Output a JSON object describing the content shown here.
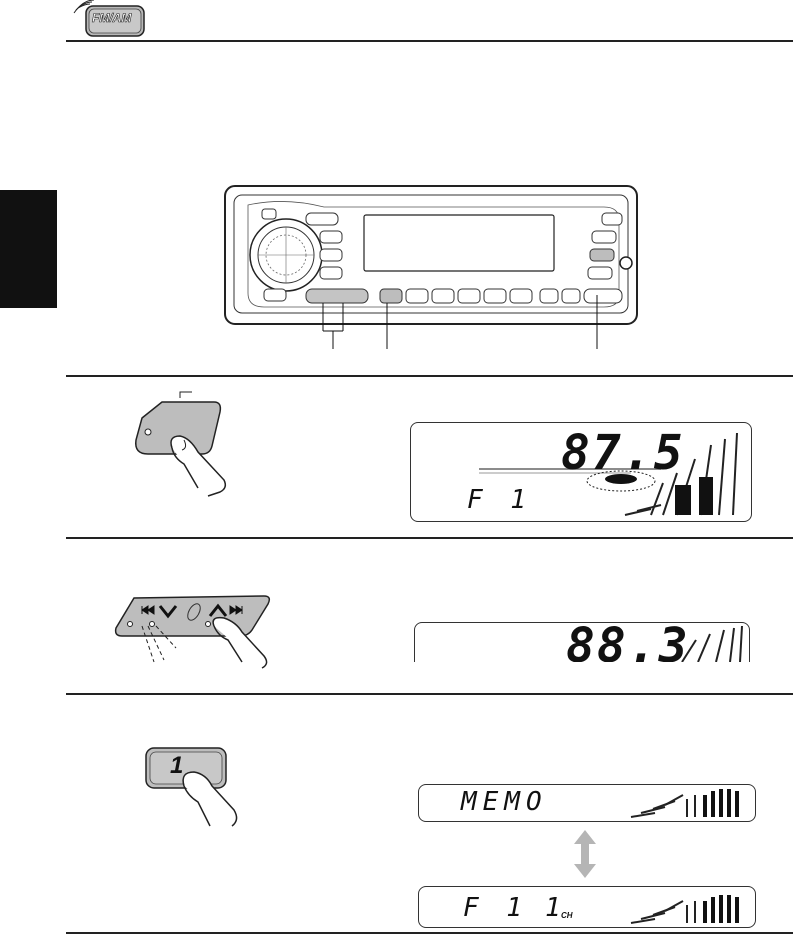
{
  "header": {
    "icon_label": "FM/AM"
  },
  "step1": {
    "display": {
      "frequency": "87.5",
      "band": "F 1"
    }
  },
  "step2": {
    "display": {
      "frequency": "88.3"
    }
  },
  "step3": {
    "button_label": "1",
    "display_memo": {
      "text": "MEMO"
    },
    "display_preset": {
      "band": "F 1",
      "channel": "1",
      "channel_unit": "CH"
    }
  },
  "colors": {
    "button_gray": "#bdbdbd",
    "arrow_gray": "#b5b5b5",
    "ink": "#111111"
  }
}
